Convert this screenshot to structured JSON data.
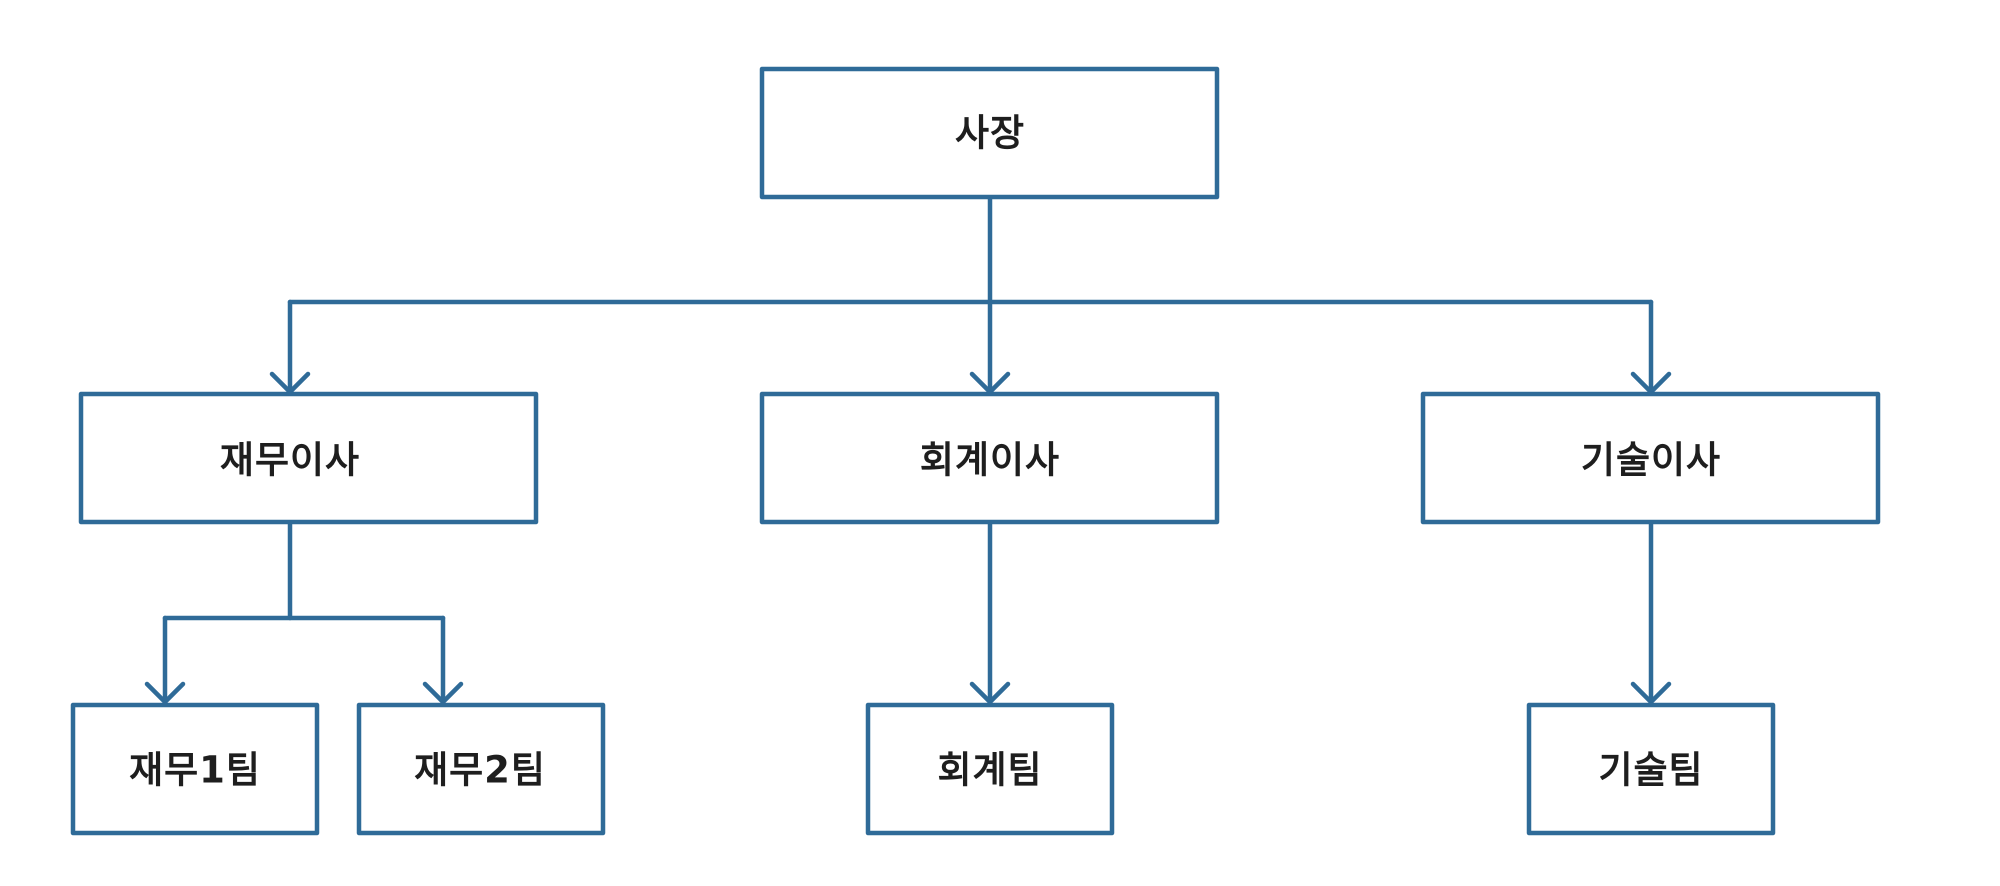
{
  "diagram": {
    "colors": {
      "stroke": "#2f6b98",
      "text": "#1e1e1e",
      "background": "#ffffff"
    },
    "nodes": [
      {
        "id": "ceo",
        "label": "사장",
        "parent": null
      },
      {
        "id": "cfo",
        "label": "재무이사",
        "parent": "ceo"
      },
      {
        "id": "cao",
        "label": "회계이사",
        "parent": "ceo"
      },
      {
        "id": "cto",
        "label": "기술이사",
        "parent": "ceo"
      },
      {
        "id": "finance-team-1",
        "label": "재무1팀",
        "parent": "cfo"
      },
      {
        "id": "finance-team-2",
        "label": "재무2팀",
        "parent": "cfo"
      },
      {
        "id": "accounting-team",
        "label": "회계팀",
        "parent": "cao"
      },
      {
        "id": "tech-team",
        "label": "기술팀",
        "parent": "cto"
      }
    ]
  }
}
